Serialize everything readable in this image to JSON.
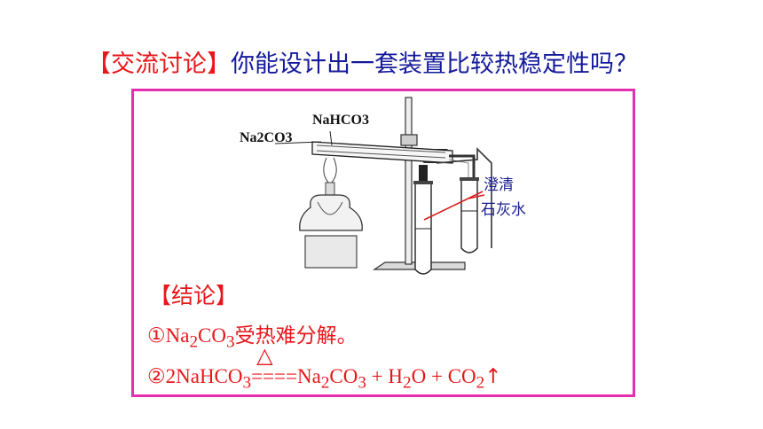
{
  "heading": {
    "tag": "【交流讨论】",
    "question": "你能设计出一套装置比较热稳定性吗？"
  },
  "diagram": {
    "label_nahco3": "NaHCO3",
    "label_na2co3": "Na2CO3",
    "label_limewater_1": "澄清",
    "label_limewater_2": "石灰水"
  },
  "conclusion": {
    "title": "【结论】",
    "num1": "①",
    "num2": "②",
    "line1_text": "受热难分解。",
    "heat_symbol": "△",
    "equals": "====",
    "plus1": " + ",
    "plus2": " + ",
    "arrow": "↑"
  },
  "colors": {
    "red": "#e8171b",
    "blue": "#141a9a",
    "frame": "#e62fb0"
  }
}
